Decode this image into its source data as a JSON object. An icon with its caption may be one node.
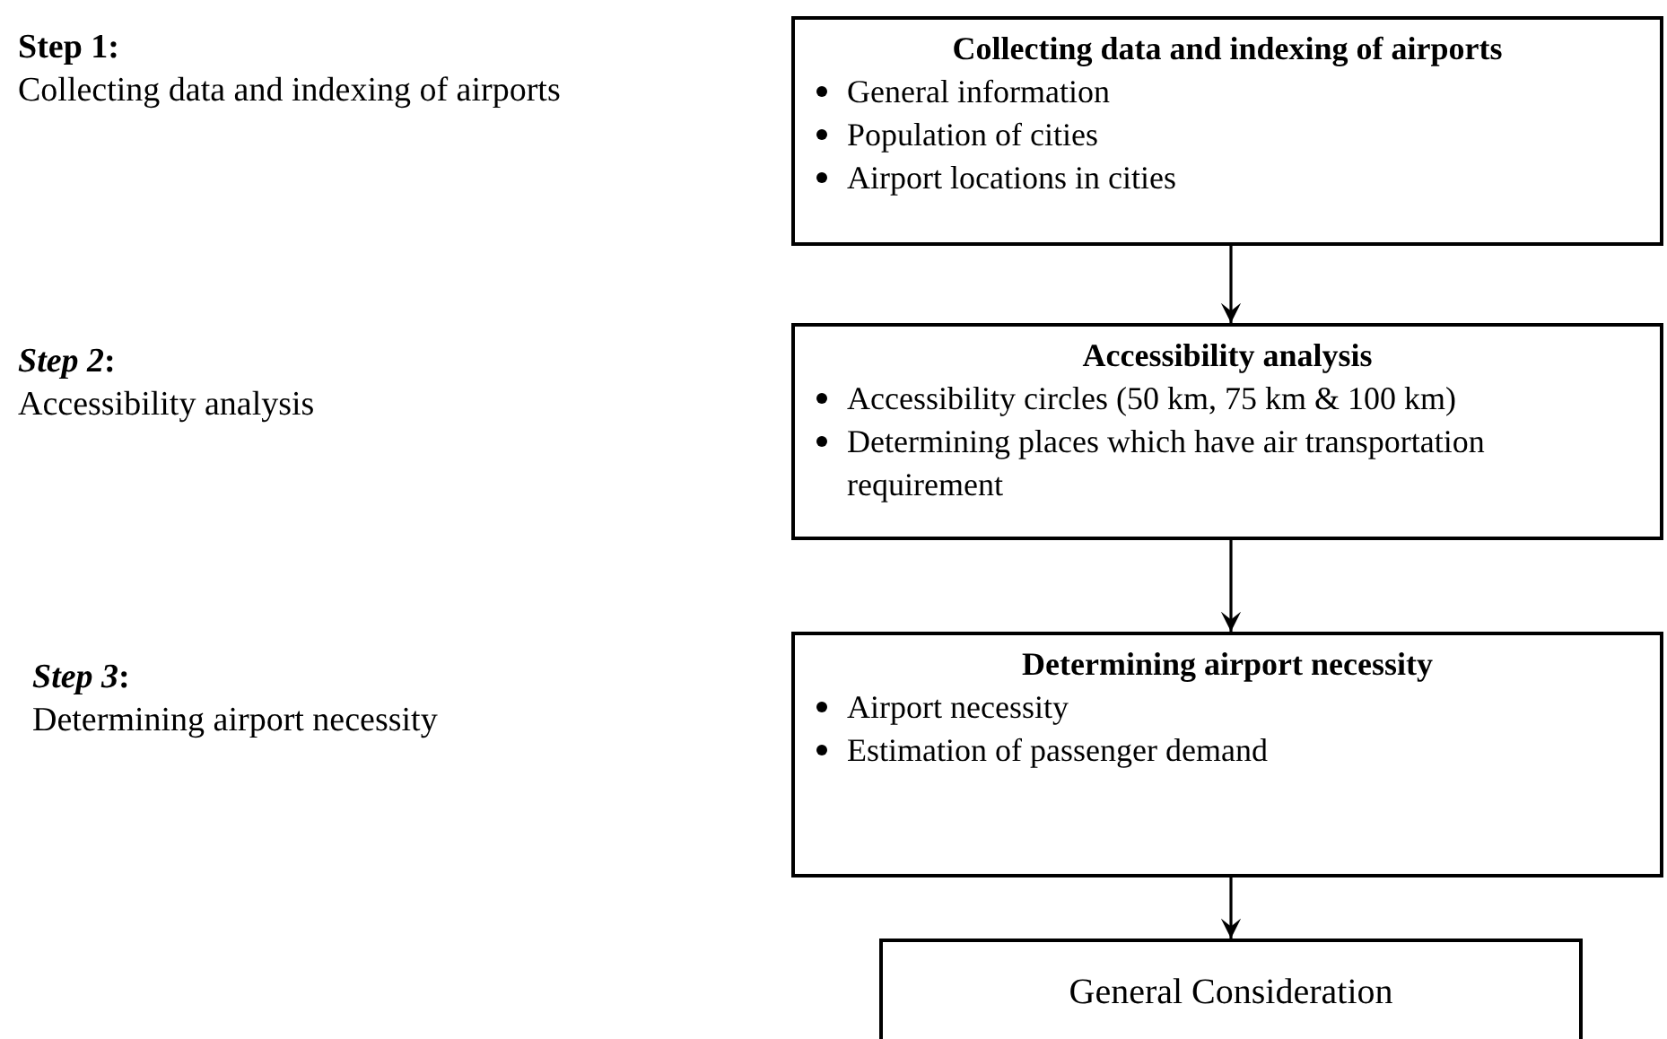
{
  "diagram": {
    "nodes": [
      {
        "text": [
          "Collecting data and indexing of airports",
          "General information",
          "Population of cities",
          "Airport locations in cities"
        ]
      },
      {
        "text": [
          "Accessibility analysis",
          "Accessibility circles (50 km, 75 km & 100 km)",
          "Determining places which have air transportation requirement"
        ]
      },
      {
        "text": [
          "Determining airport necessity",
          "Airport necessity",
          "Estimation of passenger demand"
        ]
      },
      {
        "text": [
          "General Consideration"
        ]
      }
    ],
    "edges": [
      {
        "from": 0,
        "to": 1,
        "arrow": "to"
      },
      {
        "from": 1,
        "to": 2,
        "arrow": "to"
      },
      {
        "from": 2,
        "to": 3,
        "arrow": "to"
      }
    ],
    "labels": [
      "Step 1:",
      "Collecting data and indexing of airports",
      "*Step 2*:",
      "Accessibility analysis",
      "*Step 3*:",
      "Determining airport necessity"
    ]
  }
}
